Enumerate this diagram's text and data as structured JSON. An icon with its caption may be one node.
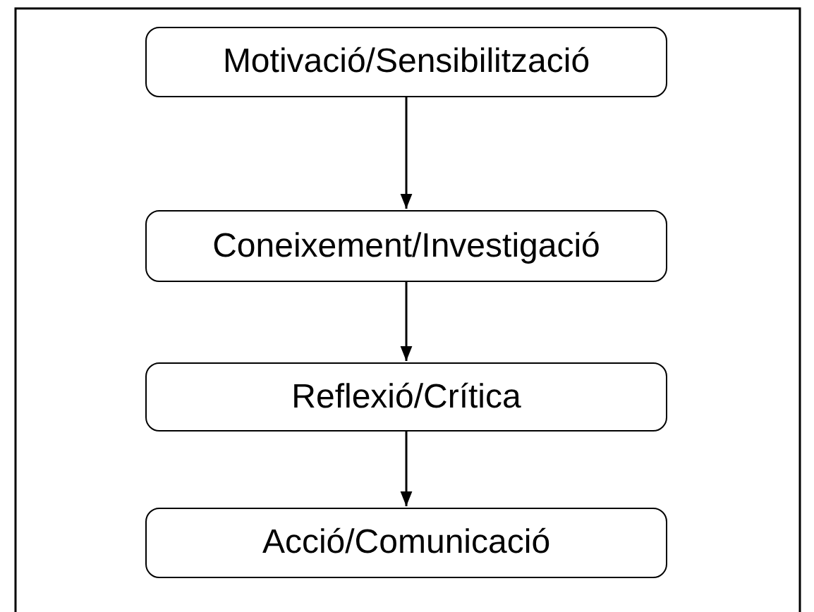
{
  "diagram": {
    "nodes": [
      {
        "text": [
          "Motivació/Sensibilització"
        ]
      },
      {
        "text": [
          "Coneixement/Investigació"
        ]
      },
      {
        "text": [
          "Reflexió/Crítica"
        ]
      },
      {
        "text": [
          "Acció/Comunicació"
        ]
      }
    ],
    "edges": [
      {
        "from": 0,
        "to": 1,
        "arrow": "to"
      },
      {
        "from": 1,
        "to": 2,
        "arrow": "to"
      },
      {
        "from": 2,
        "to": 3,
        "arrow": "to"
      }
    ]
  }
}
